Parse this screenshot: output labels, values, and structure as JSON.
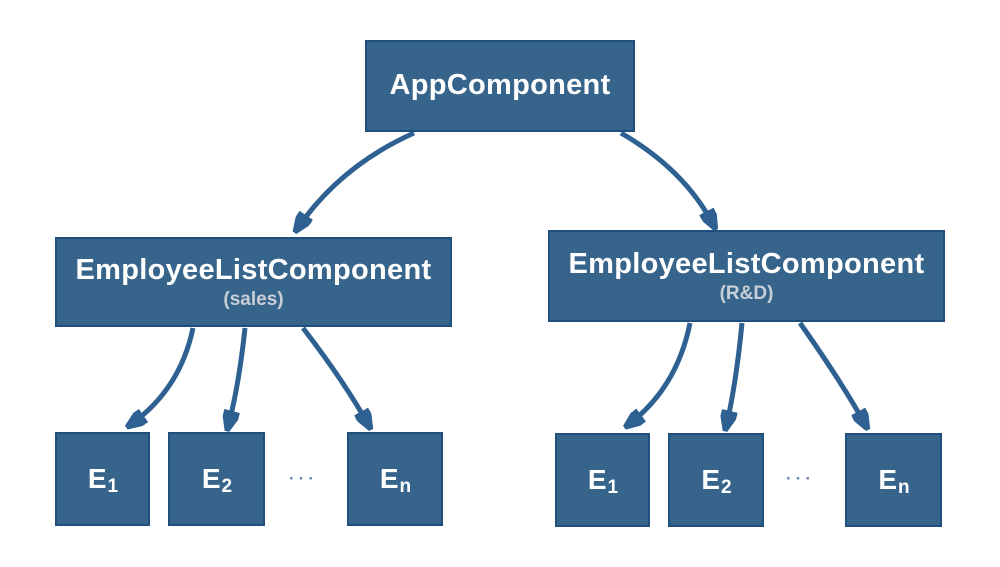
{
  "colors": {
    "background": "#ffffff",
    "box_fill": "#36648B",
    "box_border": "#1F4F7C",
    "arrow": "#2E6191",
    "title_text": "#FFFFFF",
    "subtitle_text": "#C9CFD8",
    "ellipsis_dots": "#6C87AE"
  },
  "diagram": {
    "type": "component-tree",
    "root": {
      "label": "AppComponent"
    },
    "branches": [
      {
        "label": "EmployeeListComponent",
        "sublabel": "(sales)",
        "ellipsis": "···",
        "children": [
          {
            "base": "E",
            "sub": "1"
          },
          {
            "base": "E",
            "sub": "2"
          },
          {
            "base": "E",
            "sub": "n"
          }
        ]
      },
      {
        "label": "EmployeeListComponent",
        "sublabel": "(R&D)",
        "ellipsis": "···",
        "children": [
          {
            "base": "E",
            "sub": "1"
          },
          {
            "base": "E",
            "sub": "2"
          },
          {
            "base": "E",
            "sub": "n"
          }
        ]
      }
    ]
  }
}
